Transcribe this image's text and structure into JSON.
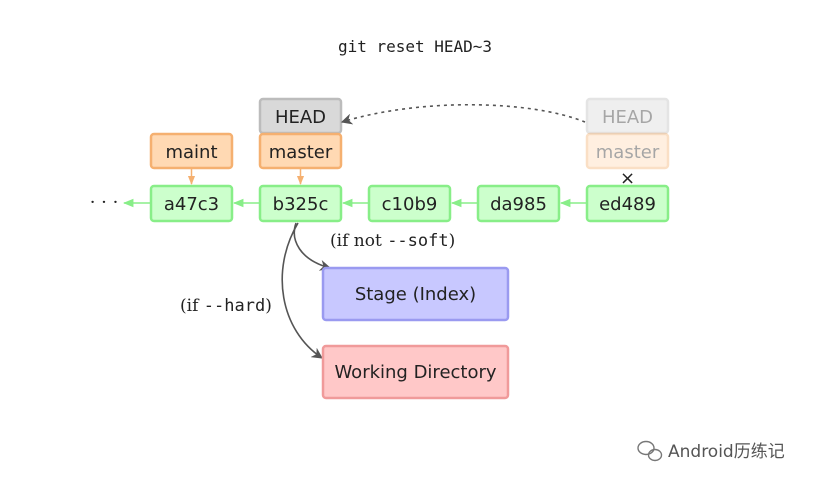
{
  "title": "git reset HEAD~3",
  "commits": [
    "a47c3",
    "b325c",
    "c10b9",
    "da985",
    "ed489"
  ],
  "ellipsis": "· · ·",
  "labels": {
    "maint": "maint",
    "master_new": "master",
    "head_new": "HEAD",
    "master_old": "master",
    "head_old": "HEAD",
    "removed_mark": "×"
  },
  "stage": "Stage (Index)",
  "working_directory": "Working Directory",
  "notes": {
    "not_soft_prefix": "(if not ",
    "not_soft_flag": "--soft",
    "not_soft_suffix": ")",
    "hard_prefix": "(if ",
    "hard_flag": "--hard",
    "hard_suffix": ")"
  },
  "watermark": "Android历练记",
  "colors": {
    "commit_fill": "#ccffcc",
    "commit_border": "#88ee88",
    "branch_fill": "#ffd9b3",
    "branch_border": "#f5b070",
    "head_fill": "#d9d9d9",
    "stage_fill": "#c8c8ff",
    "wd_fill": "#ffc8c8"
  }
}
